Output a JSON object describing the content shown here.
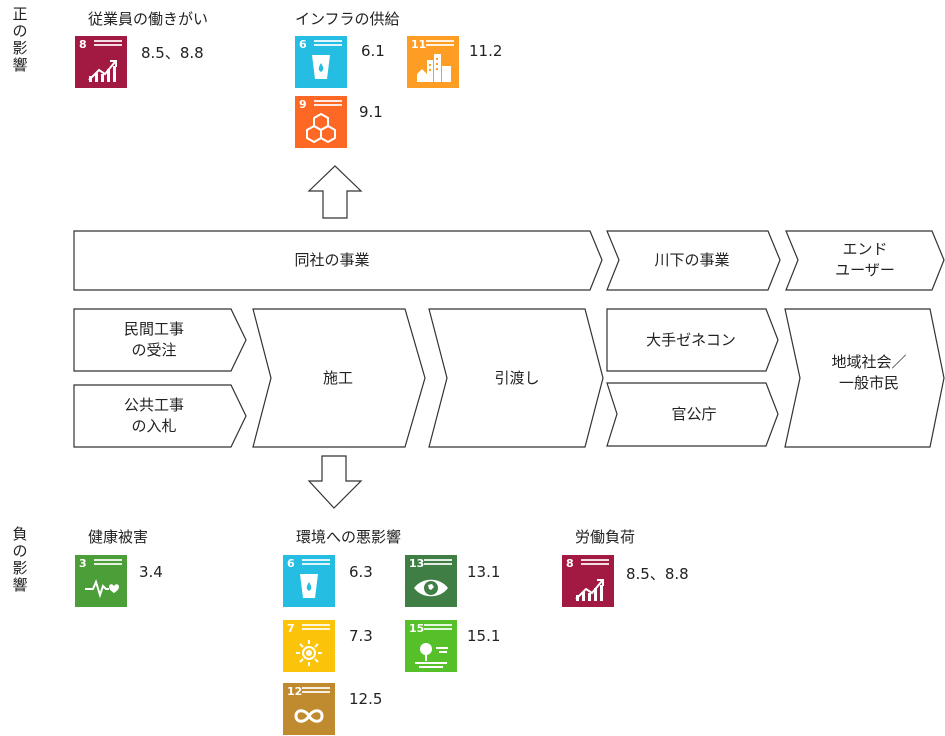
{
  "labels": {
    "positive": "正\nの\n影\n響",
    "negative": "負\nの\n影\n響"
  },
  "positive": {
    "employees": {
      "title": "従業員の働きがい",
      "value": "8.5、8.8"
    },
    "infra": {
      "title": "インフラの供給",
      "value_6": "6.1",
      "value_11": "11.2",
      "value_9": "9.1"
    }
  },
  "negative": {
    "health": {
      "title": "健康被害",
      "value": "3.4"
    },
    "environment": {
      "title": "環境への悪影響",
      "value_6": "6.3",
      "value_13": "13.1",
      "value_7": "7.3",
      "value_15": "15.1",
      "value_12": "12.5"
    },
    "labor": {
      "title": "労働負荷",
      "value": "8.5、8.8"
    }
  },
  "sdg_icons": {
    "sdg3": {
      "number": "3",
      "color": "#4C9F38",
      "icon": "heartbeat-icon"
    },
    "sdg6": {
      "number": "6",
      "color": "#26BDE2",
      "icon": "water-glass-icon"
    },
    "sdg7": {
      "number": "7",
      "color": "#FCC30B",
      "icon": "sun-icon"
    },
    "sdg8": {
      "number": "8",
      "color": "#A21942",
      "icon": "growth-chart-icon"
    },
    "sdg9": {
      "number": "9",
      "color": "#FD6925",
      "icon": "cubes-icon"
    },
    "sdg11": {
      "number": "11",
      "color": "#FD9D24",
      "icon": "city-icon"
    },
    "sdg12": {
      "number": "12",
      "color": "#BF8B2E",
      "icon": "infinity-icon"
    },
    "sdg13": {
      "number": "13",
      "color": "#3F7E44",
      "icon": "eye-globe-icon"
    },
    "sdg15": {
      "number": "15",
      "color": "#56C02B",
      "icon": "tree-icon"
    }
  },
  "chain": {
    "header": {
      "company": "同社の事業",
      "downstream": "川下の事業",
      "end_user": "エンド\nユーザー"
    },
    "private": "民間工事\nの受注",
    "public": "公共工事\nの入札",
    "construction": "施工",
    "handover": "引渡し",
    "general_contractor": "大手ゼネコン",
    "government": "官公庁",
    "community": "地域社会／\n一般市民"
  }
}
